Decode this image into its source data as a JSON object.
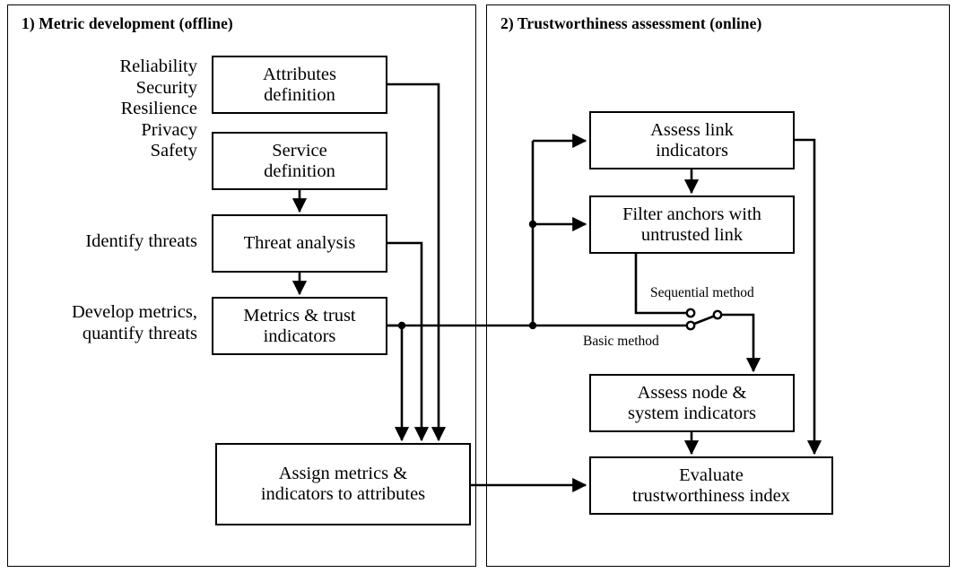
{
  "diagram": {
    "title_hidden": "",
    "panels": [
      {
        "id": "offline",
        "title": "1) Metric development (offline)"
      },
      {
        "id": "online",
        "title": "2) Trustworthiness assessment (online)"
      }
    ],
    "side_labels": [
      {
        "id": "attributes-list",
        "lines": [
          "Reliability",
          "Security",
          "Resilience",
          "Privacy",
          "Safety"
        ]
      },
      {
        "id": "identify-threats",
        "lines": [
          "Identify threats"
        ]
      },
      {
        "id": "develop-metrics",
        "lines": [
          "Develop metrics,",
          "quantify threats"
        ]
      }
    ],
    "nodes": [
      {
        "id": "attributes-definition",
        "lines": [
          "Attributes",
          "definition"
        ]
      },
      {
        "id": "service-definition",
        "lines": [
          "Service",
          "definition"
        ]
      },
      {
        "id": "threat-analysis",
        "lines": [
          "Threat analysis"
        ]
      },
      {
        "id": "metrics-trust-indicators",
        "lines": [
          "Metrics & trust",
          "indicators"
        ]
      },
      {
        "id": "assign-metrics",
        "lines": [
          "Assign metrics &",
          "indicators to attributes"
        ]
      },
      {
        "id": "assess-link-indicators",
        "lines": [
          "Assess link",
          "indicators"
        ]
      },
      {
        "id": "filter-anchors",
        "lines": [
          "Filter anchors with",
          "untrusted link"
        ]
      },
      {
        "id": "assess-node-system",
        "lines": [
          "Assess node &",
          "system indicators"
        ]
      },
      {
        "id": "evaluate-index",
        "lines": [
          "Evaluate",
          "trustworthiness index"
        ]
      }
    ],
    "switch_labels": [
      {
        "id": "sequential-method",
        "text": "Sequential method"
      },
      {
        "id": "basic-method",
        "text": "Basic method"
      }
    ],
    "colors": {
      "line": "#000000",
      "background": "#ffffff",
      "panel_border": "#000000"
    }
  }
}
